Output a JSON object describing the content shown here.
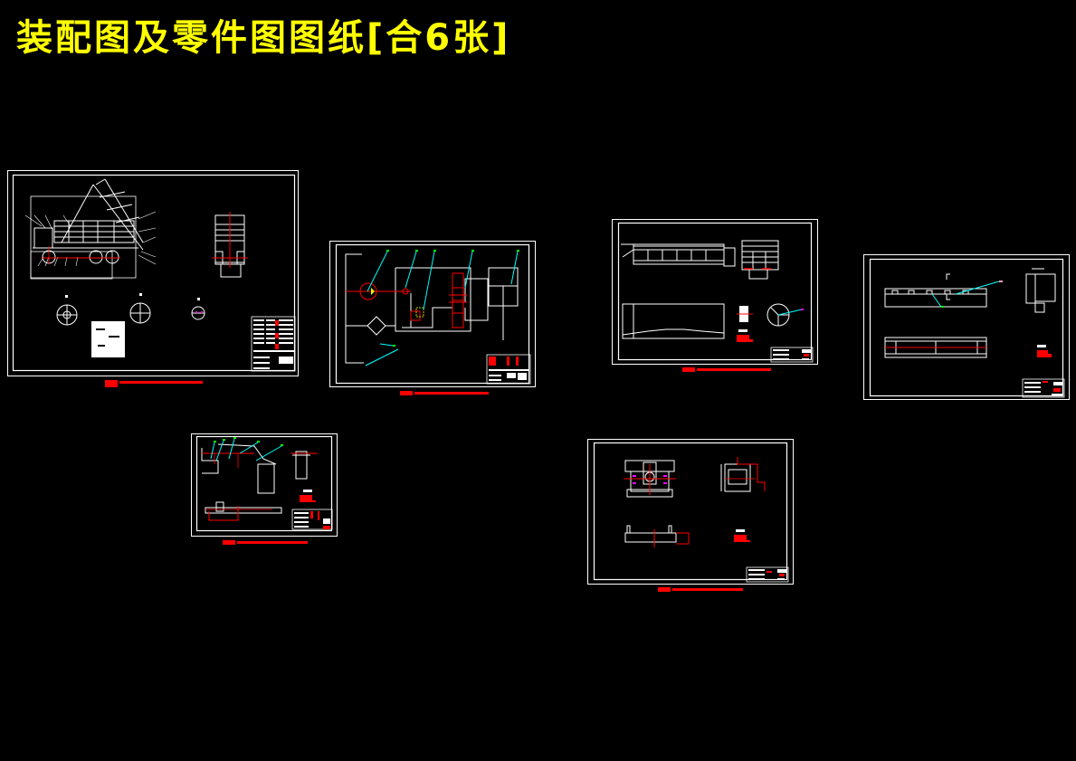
{
  "title": "装配图及零件图图纸[合6张]",
  "colors": {
    "background": "#000000",
    "title": "#ffff00",
    "linework": "#ffffff",
    "centerline": "#ff0000",
    "leader": "#00ffff",
    "leader_tip": "#00ff00",
    "highlight": "#ffff00",
    "accent": "#ff00ff"
  },
  "sheet_count": 6,
  "sheets": [
    {
      "id": "sheet-1",
      "name": "general-assembly-dump-truck",
      "description": "Dump truck general assembly: side view with raised body, rear view, three wheel detail views, technical notes block, title block"
    },
    {
      "id": "sheet-2",
      "name": "hydraulic-schematic",
      "description": "Hydraulic system schematic: pump, check valve, relief valve, multi-way valve, cylinder block, filter, title block"
    },
    {
      "id": "sheet-3",
      "name": "cargo-body-assembly",
      "description": "Cargo body (box) assembly: side view, end view, bottom plan view, section details, notes, title block"
    },
    {
      "id": "sheet-4",
      "name": "subframe-part",
      "description": "Subframe / longitudinal beam part drawing: elevation, plan, end section, notes, title block"
    },
    {
      "id": "sheet-5",
      "name": "lifting-mechanism-part",
      "description": "Lifting mechanism / hinge bracket part drawing: linkage view, pin detail, shaft, notes, title block"
    },
    {
      "id": "sheet-6",
      "name": "hinge-seat-part",
      "description": "Hinge seat part drawing: front view, side view, plan view, notes, title block"
    }
  ]
}
